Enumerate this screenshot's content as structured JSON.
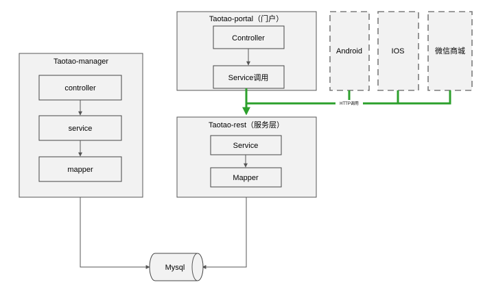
{
  "manager": {
    "title": "Taotao-manager",
    "layers": [
      "controller",
      "service",
      "mapper"
    ]
  },
  "portal": {
    "title": "Taotao-portal（门户）",
    "layers": [
      "Controller",
      "Service调用"
    ]
  },
  "rest": {
    "title": "Taotao-rest（服务层）",
    "layers": [
      "Service",
      "Mapper"
    ]
  },
  "clients": [
    "Android",
    "IOS",
    "微信商城"
  ],
  "http_label": "HTTP调用",
  "database": {
    "label": "Mysql"
  },
  "colors": {
    "http_line": "#2ca02c",
    "box_fill": "#f2f2f2",
    "box_border": "#555555"
  }
}
